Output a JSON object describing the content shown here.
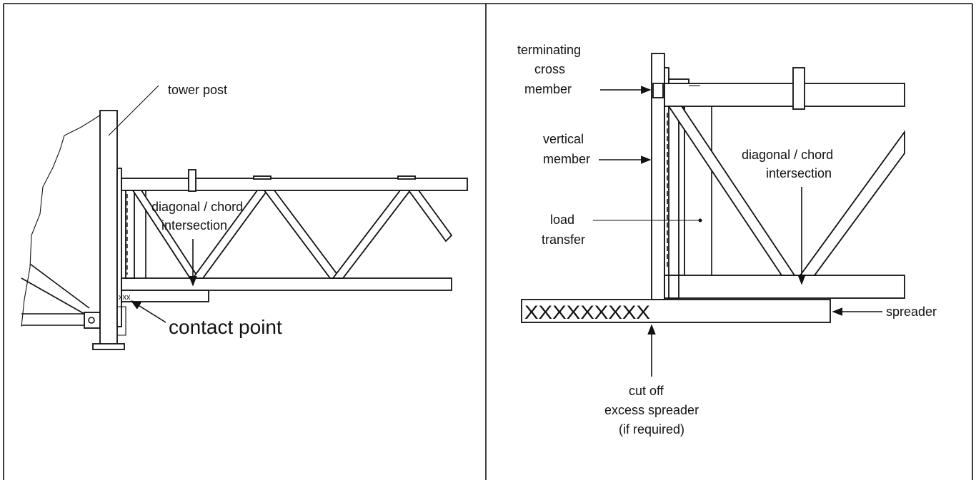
{
  "left_panel": {
    "labels": {
      "tower_post": "tower post",
      "diag_line1": "diagonal / chord",
      "diag_line2": "intersection",
      "contact_point": "contact point"
    }
  },
  "right_panel": {
    "labels": {
      "terminating_line1": "terminating",
      "terminating_line2": "cross",
      "terminating_line3": "member",
      "vertical_line1": "vertical",
      "vertical_line2": "member",
      "load_line1": "load",
      "load_line2": "transfer",
      "diag_line1": "diagonal / chord",
      "diag_line2": "intersection",
      "spreader": "spreader",
      "cutoff_line1": "cut off",
      "cutoff_line2": "excess spreader",
      "cutoff_line3": "(if required)",
      "x_marks": "XXXXXXXXX"
    }
  }
}
